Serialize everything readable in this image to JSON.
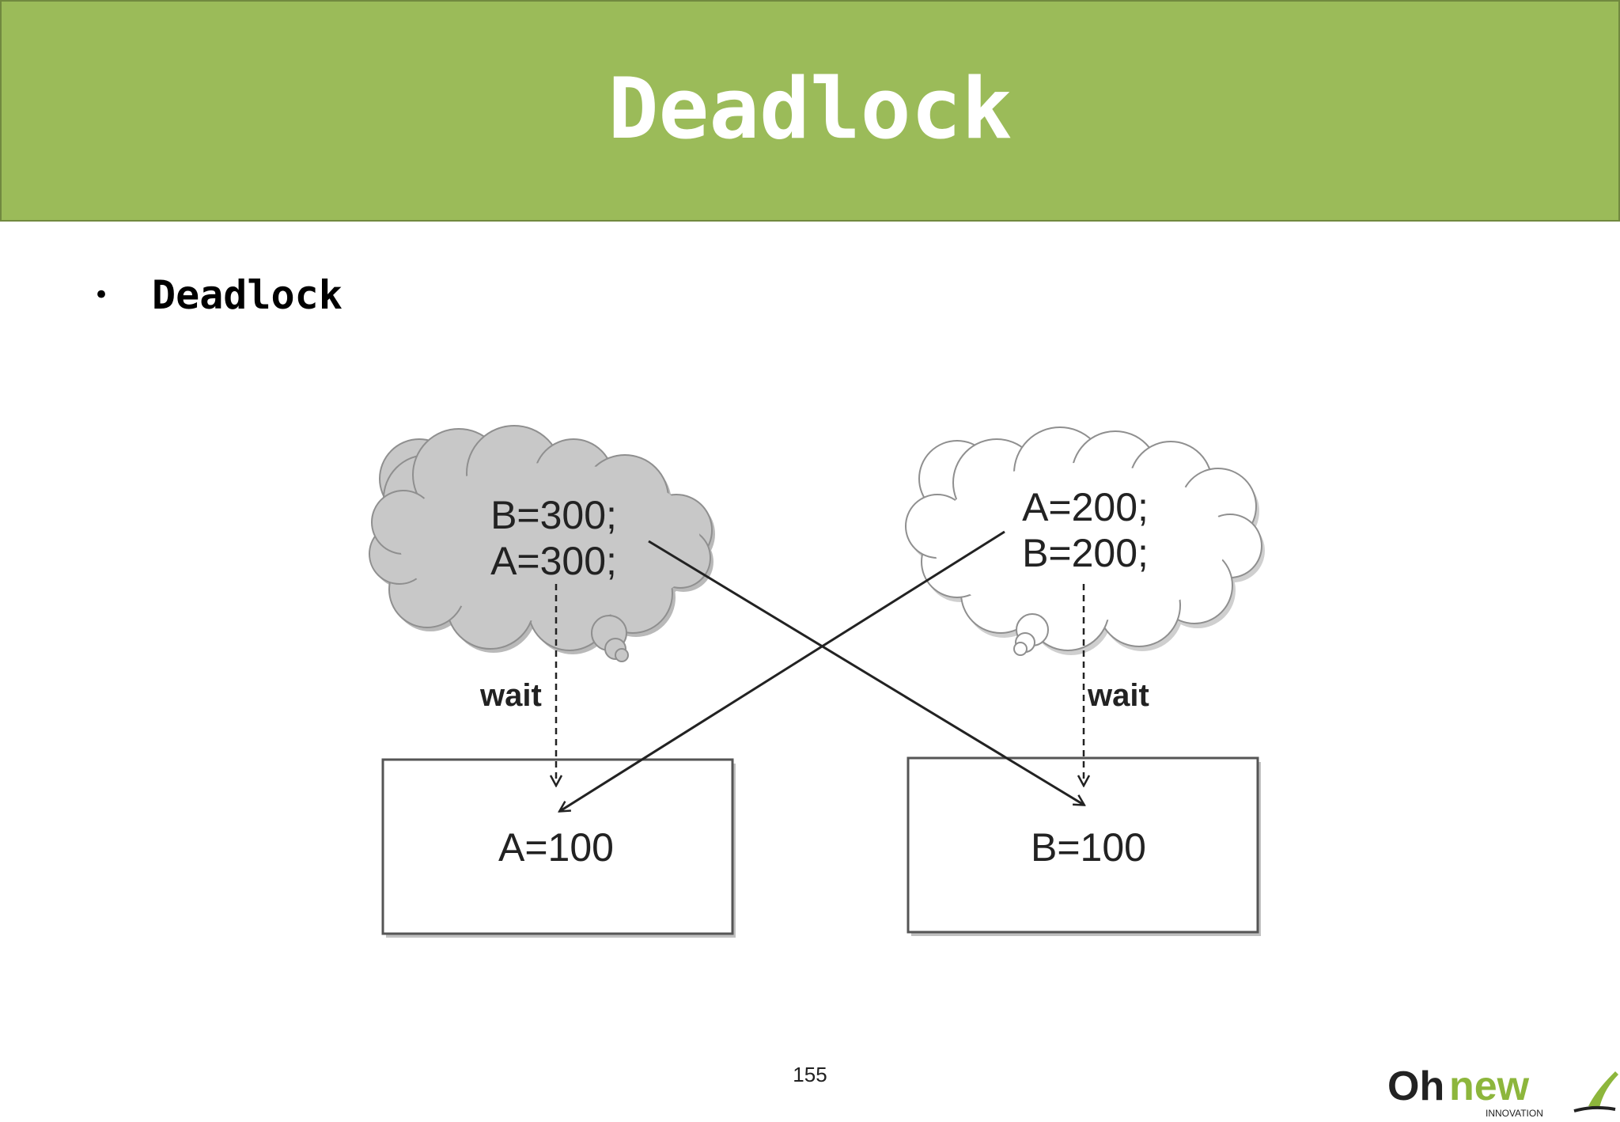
{
  "slide": {
    "title": "Deadlock",
    "bullet": "Deadlock",
    "page_number": "155"
  },
  "diagram": {
    "thread_left": {
      "line1": "B=300;",
      "line2": "A=300;"
    },
    "thread_right": {
      "line1": "A=200;",
      "line2": "B=200;"
    },
    "resource_a": "A=100",
    "resource_b": "B=100",
    "wait_left": "wait",
    "wait_right": "wait"
  },
  "logo": {
    "brand_oh": "Oh",
    "brand_new": "new",
    "tagline": "INNOVATION"
  },
  "colors": {
    "header_bg": "#9bbb59",
    "header_border": "#71893f",
    "cloud_gray": "#c8c8c8",
    "logo_green": "#8db63c"
  }
}
